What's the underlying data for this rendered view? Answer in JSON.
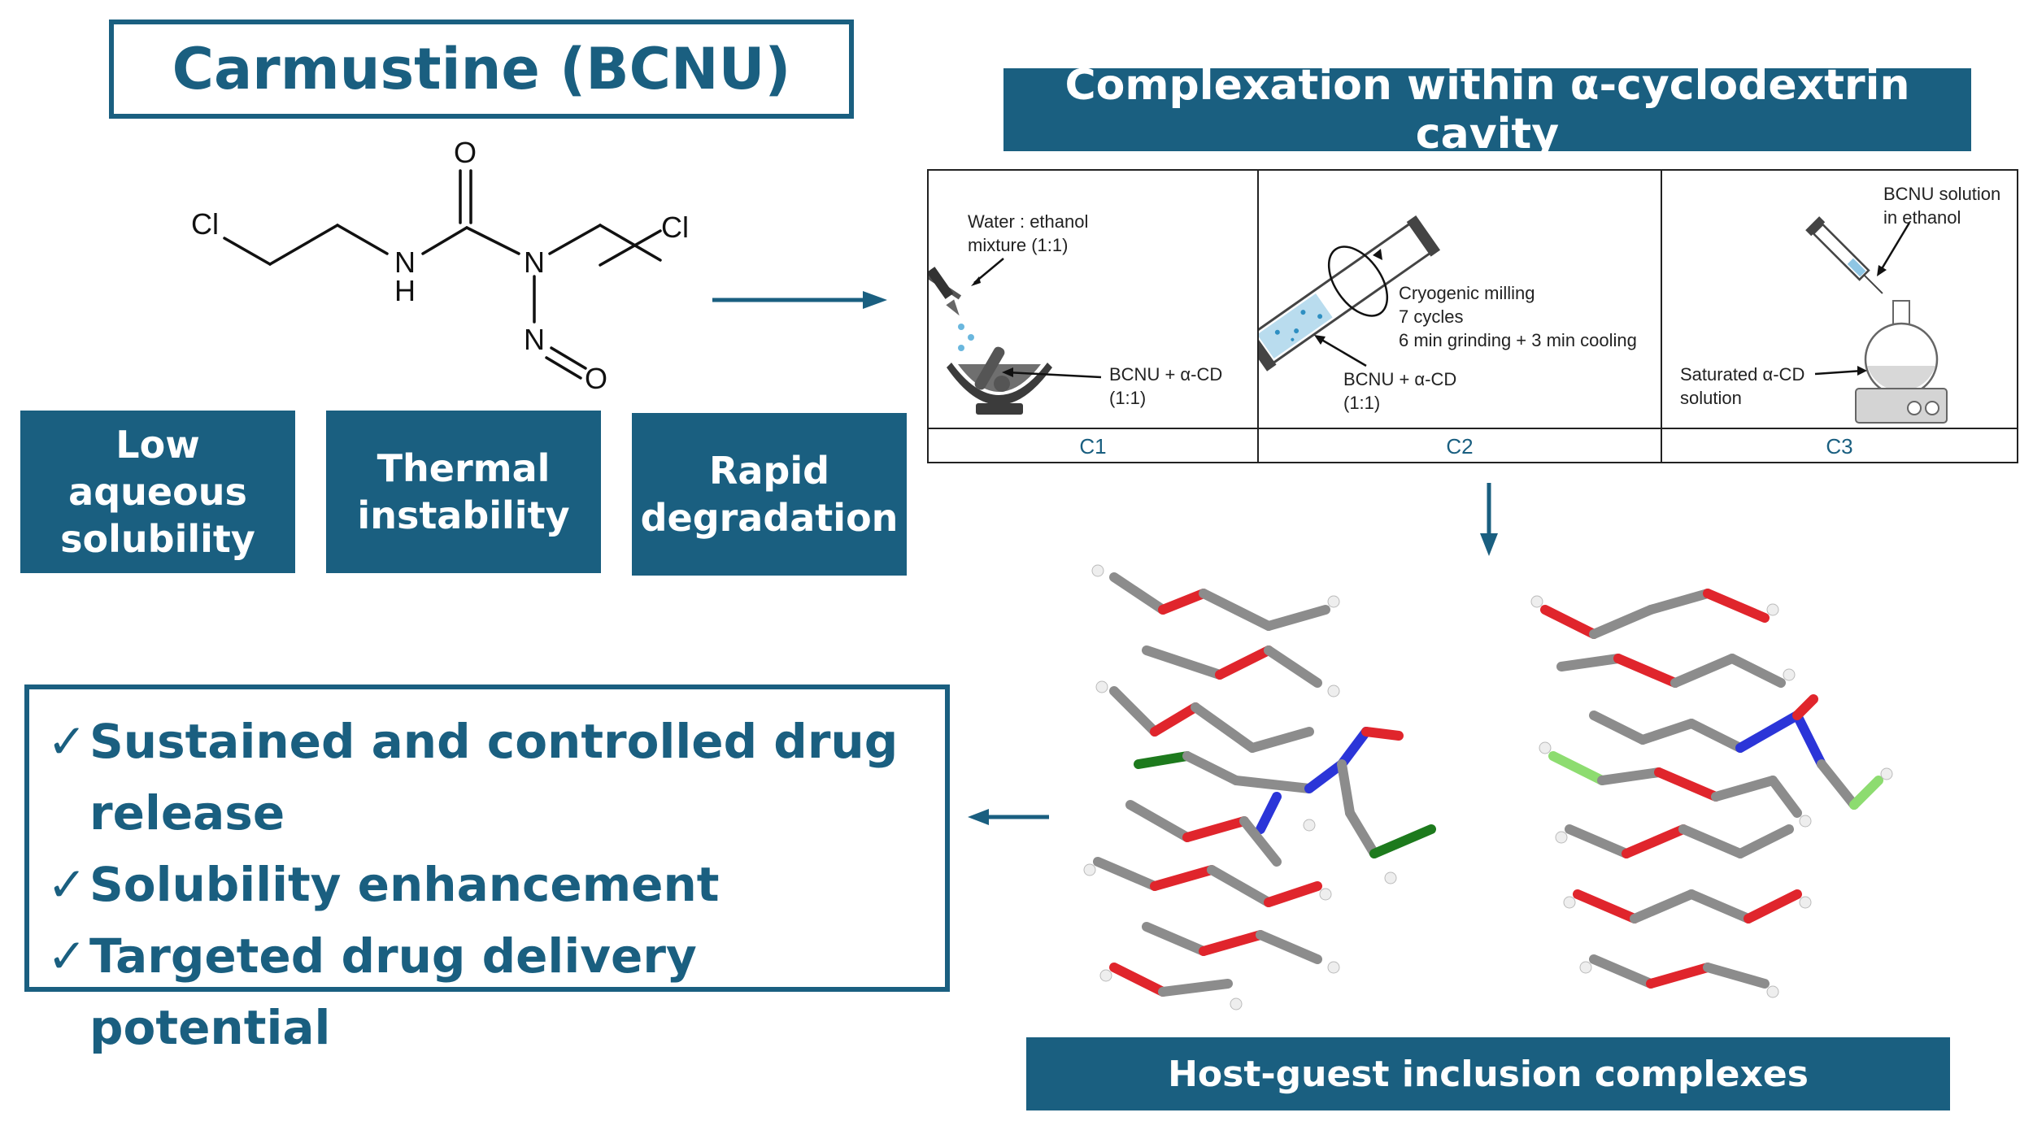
{
  "title": "Carmustine (BCNU)",
  "structure": {
    "atoms": {
      "cl_left": "Cl",
      "cl_right": "Cl",
      "n_h": "N",
      "h": "H",
      "n_amide": "N",
      "n_nitroso": "N",
      "o_carbonyl": "O",
      "o_nitroso": "O"
    }
  },
  "properties": [
    {
      "label": "Low aqueous solubility"
    },
    {
      "label": "Thermal instability"
    },
    {
      "label": "Rapid degradation"
    }
  ],
  "complexation_banner": "Complexation within α-cyclodextrin cavity",
  "methods": {
    "c1": {
      "code": "C1",
      "solvent_label": "Water : ethanol\nmixture (1:1)",
      "mixture_label": "BCNU + α-CD\n(1:1)"
    },
    "c2": {
      "code": "C2",
      "process_label": "Cryogenic milling\n7 cycles\n6 min grinding + 3 min cooling",
      "mixture_label": "BCNU + α-CD\n(1:1)"
    },
    "c3": {
      "code": "C3",
      "drug_label": "BCNU solution\nin ethanol",
      "host_label": "Saturated α-CD\nsolution"
    }
  },
  "complex_banner": "Host-guest inclusion complexes",
  "benefits": [
    "Sustained and controlled drug release",
    "Solubility enhancement",
    "Targeted drug delivery potential"
  ],
  "check_symbol": "✓",
  "colors": {
    "primary": "#1a5f80",
    "oxygen": "#e0252c",
    "carbon": "#8c8c8c",
    "nitrogen": "#2b35d8",
    "chlorine_dark": "#1d7a1d",
    "chlorine_light": "#8ddc70"
  }
}
